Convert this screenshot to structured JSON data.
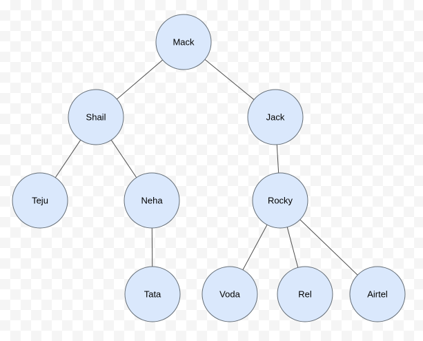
{
  "diagram": {
    "type": "tree",
    "colors": {
      "node_fill": "#dae8fc",
      "node_stroke": "#646d76",
      "edge_color": "#4d4d4d",
      "label_color": "#000000",
      "canvas_checker_light": "#ffffff",
      "canvas_checker_dark": "#f5f5f5"
    },
    "nodes": [
      {
        "id": "mack",
        "label": "Mack"
      },
      {
        "id": "shail",
        "label": "Shail"
      },
      {
        "id": "jack",
        "label": "Jack"
      },
      {
        "id": "teju",
        "label": "Teju"
      },
      {
        "id": "neha",
        "label": "Neha"
      },
      {
        "id": "rocky",
        "label": "Rocky"
      },
      {
        "id": "tata",
        "label": "Tata"
      },
      {
        "id": "voda",
        "label": "Voda"
      },
      {
        "id": "rel",
        "label": "Rel"
      },
      {
        "id": "airtel",
        "label": "Airtel"
      }
    ],
    "edges": [
      {
        "from": "Mack",
        "to": "Shail"
      },
      {
        "from": "Mack",
        "to": "Jack"
      },
      {
        "from": "Shail",
        "to": "Teju"
      },
      {
        "from": "Shail",
        "to": "Neha"
      },
      {
        "from": "Neha",
        "to": "Tata"
      },
      {
        "from": "Jack",
        "to": "Rocky"
      },
      {
        "from": "Rocky",
        "to": "Voda"
      },
      {
        "from": "Rocky",
        "to": "Rel"
      },
      {
        "from": "Rocky",
        "to": "Airtel"
      }
    ]
  }
}
